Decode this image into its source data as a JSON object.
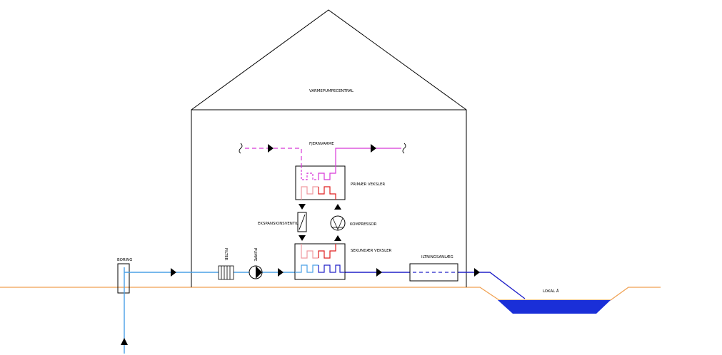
{
  "labels": {
    "building": "VARMEPUMPECENTRAL",
    "district_heating": "FJERNVARME",
    "primary_exchanger": "PRIMÆR VEKSLER",
    "expansion_valve": "EKSPANSIONSVENTIL",
    "compressor": "KOMPRESSOR",
    "secondary_exchanger": "SEKUNDÆR VEKSLER",
    "boring": "BORING",
    "filter": "FILTER",
    "pump": "PUMPE",
    "aeration": "ILTNINGSANLÆG",
    "local_stream": "LOKAL Å"
  },
  "colors": {
    "ground": "#f0a050",
    "groundwater": "#4aa0e6",
    "cold_return": "#2020c8",
    "heating": "#d838d8",
    "hot_refrigerant": "#e02020",
    "warm_refrigerant": "#f09aa0",
    "water_body": "#1a2fd8",
    "outline": "#000000"
  },
  "icons": [
    "flow-arrow-icon",
    "pump-icon",
    "compressor-icon",
    "expansion-valve-icon",
    "filter-icon",
    "break-mark-icon"
  ]
}
